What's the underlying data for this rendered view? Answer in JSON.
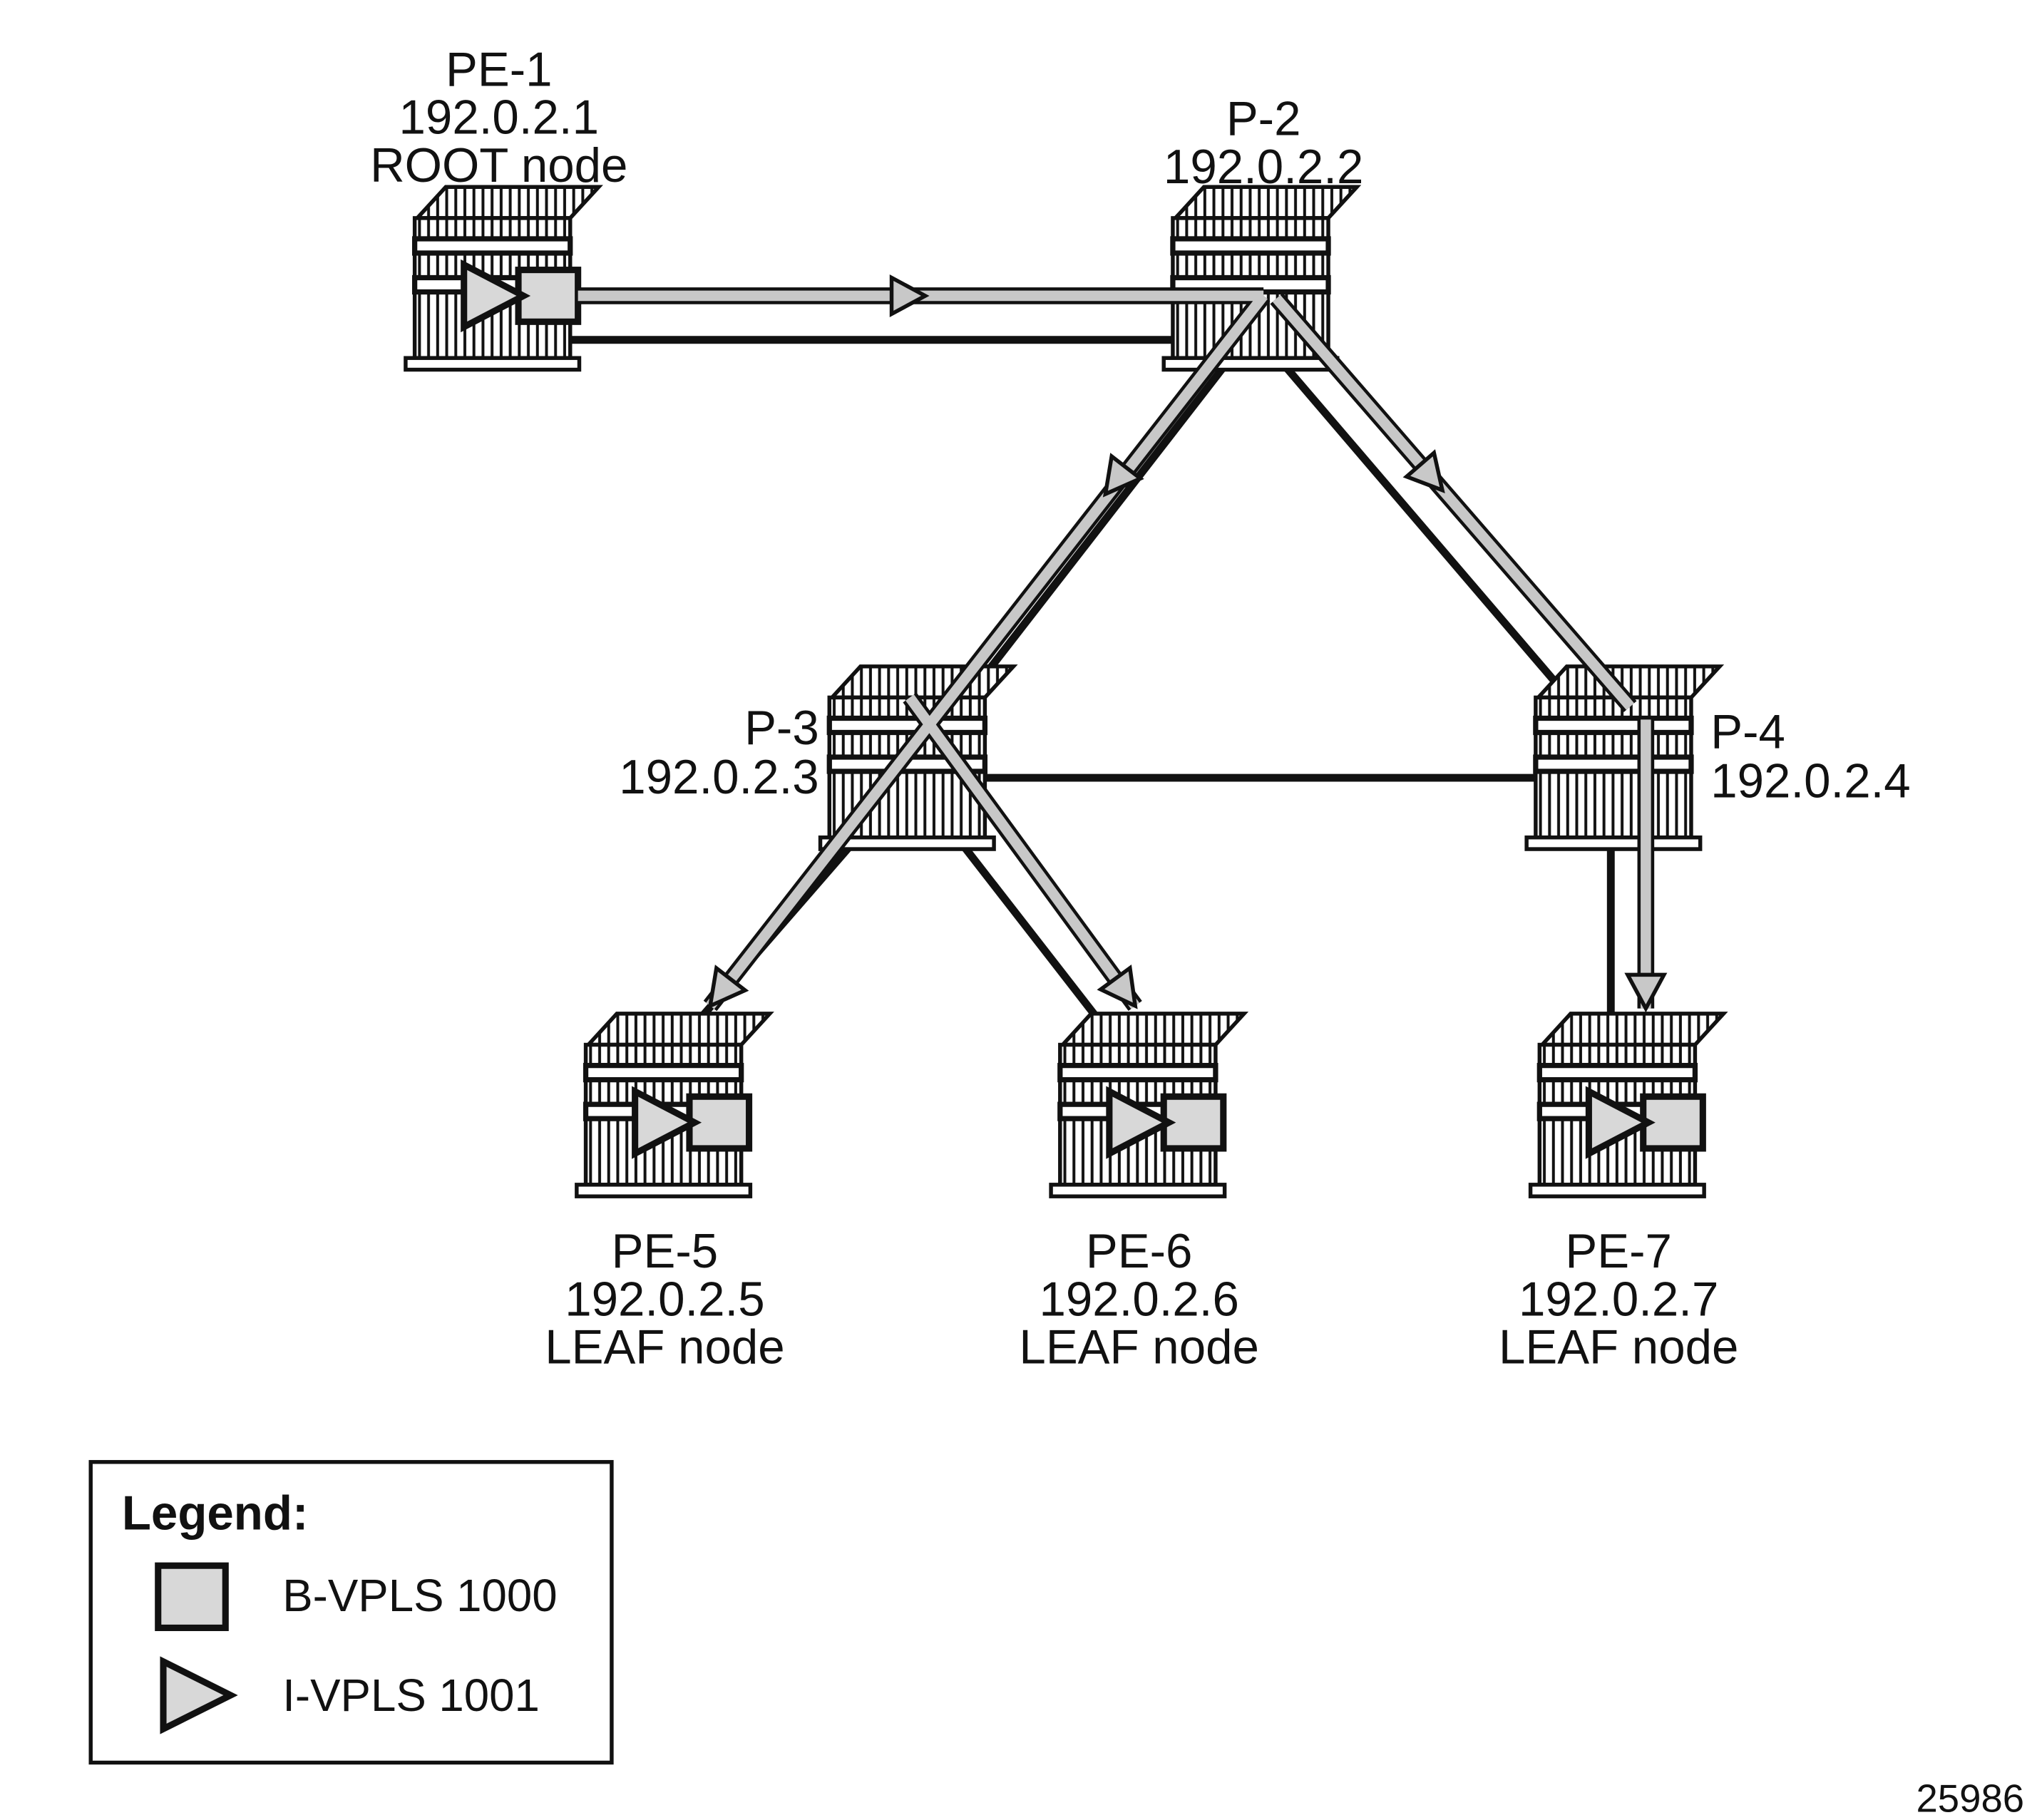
{
  "diagram": {
    "figure_number": "25986",
    "nodes": [
      {
        "name": "PE-1",
        "ip": "192.0.2.1",
        "role": "ROOT node"
      },
      {
        "name": "P-2",
        "ip": "192.0.2.2"
      },
      {
        "name": "P-3",
        "ip": "192.0.2.3"
      },
      {
        "name": "P-4",
        "ip": "192.0.2.4"
      },
      {
        "name": "PE-5",
        "ip": "192.0.2.5",
        "role": "LEAF node"
      },
      {
        "name": "PE-6",
        "ip": "192.0.2.6",
        "role": "LEAF node"
      },
      {
        "name": "PE-7",
        "ip": "192.0.2.7",
        "role": "LEAF node"
      }
    ],
    "links": [
      {
        "from": "PE-1",
        "to": "P-2"
      },
      {
        "from": "P-2",
        "to": "P-3"
      },
      {
        "from": "P-2",
        "to": "P-4"
      },
      {
        "from": "P-3",
        "to": "P-4"
      },
      {
        "from": "P-3",
        "to": "PE-5"
      },
      {
        "from": "P-3",
        "to": "PE-6"
      },
      {
        "from": "P-4",
        "to": "PE-7"
      }
    ],
    "multicast_tree": [
      "PE-1 → P-2",
      "P-2 → P-3 → PE-5",
      "P-3 → PE-6",
      "P-2 → P-4 → PE-7"
    ]
  },
  "legend": {
    "title": "Legend:",
    "items": [
      {
        "symbol": "square",
        "label": "B-VPLS 1000"
      },
      {
        "symbol": "triangle",
        "label": "I-VPLS 1001"
      }
    ]
  },
  "colors": {
    "icon_fill": "#d8d8d8",
    "line": "#111111",
    "path_fill": "#c8c8c8"
  }
}
